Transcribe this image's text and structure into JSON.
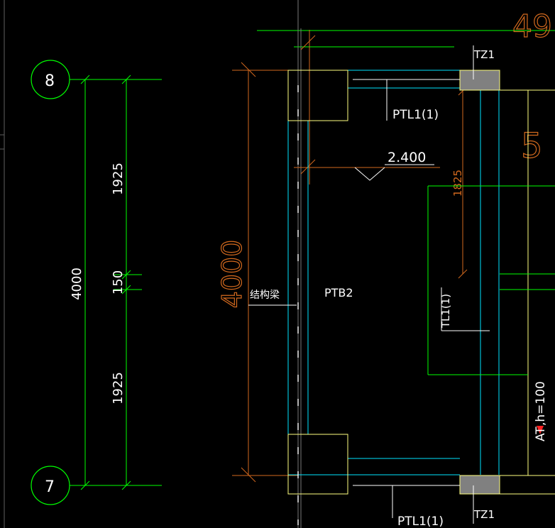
{
  "colors": {
    "background": "#000000",
    "green": "#00ff00",
    "cyan": "#00e5ff",
    "yellow": "#ffff80",
    "orange": "#d2691e",
    "red": "#ff2020",
    "white": "#ffffff",
    "gray": "#808080",
    "axis_green": "#88ff88"
  },
  "grid_axes": {
    "top": "8",
    "bottom": "7"
  },
  "dimensions_left": {
    "total": "4000",
    "upper": "1925",
    "middle": "150",
    "lower": "1925"
  },
  "dimensions_plan": {
    "overall": "4000",
    "landing_depth": "1825",
    "partial_top_right": "49",
    "partial_mid_right": "5"
  },
  "elevation": {
    "level": "2.400"
  },
  "labels": {
    "column_top": "TZ1",
    "column_bottom": "TZ1",
    "beam_top": "PTL1(1)",
    "beam_bottom": "PTL1(1)",
    "slab": "PTB2",
    "structural_beam": "结构梁",
    "stair_beam": "TL1(1)",
    "stair_run": "AT",
    "stair_height": ",h=100"
  }
}
